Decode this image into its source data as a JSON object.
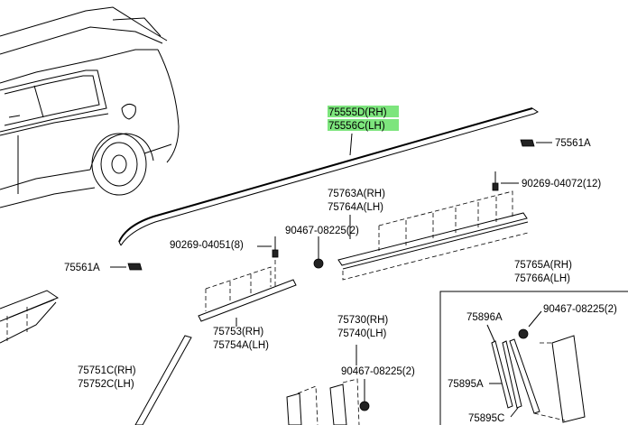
{
  "labels": {
    "l1": "75555D(RH)",
    "l2": "75556C(LH)",
    "l3": "75561A",
    "l4": "90269-04072(12)",
    "l5": "75763A(RH)",
    "l6": "75764A(LH)",
    "l7": "90467-08225(2)",
    "l8": "90269-04051(8)",
    "l9": "75561A",
    "l10": "75765A(RH)",
    "l11": "75766A(LH)",
    "l12": "75753(RH)",
    "l13": "75754A(LH)",
    "l14": "75730(RH)",
    "l15": "75740(LH)",
    "l16": "75896A",
    "l17": "90467-08225(2)",
    "l18": "75751C(RH)",
    "l19": "75752C(LH)",
    "l20": "90467-08225(2)",
    "l21": "75895A",
    "l22": "75895C"
  },
  "colors": {
    "highlight": "#7de57d"
  }
}
